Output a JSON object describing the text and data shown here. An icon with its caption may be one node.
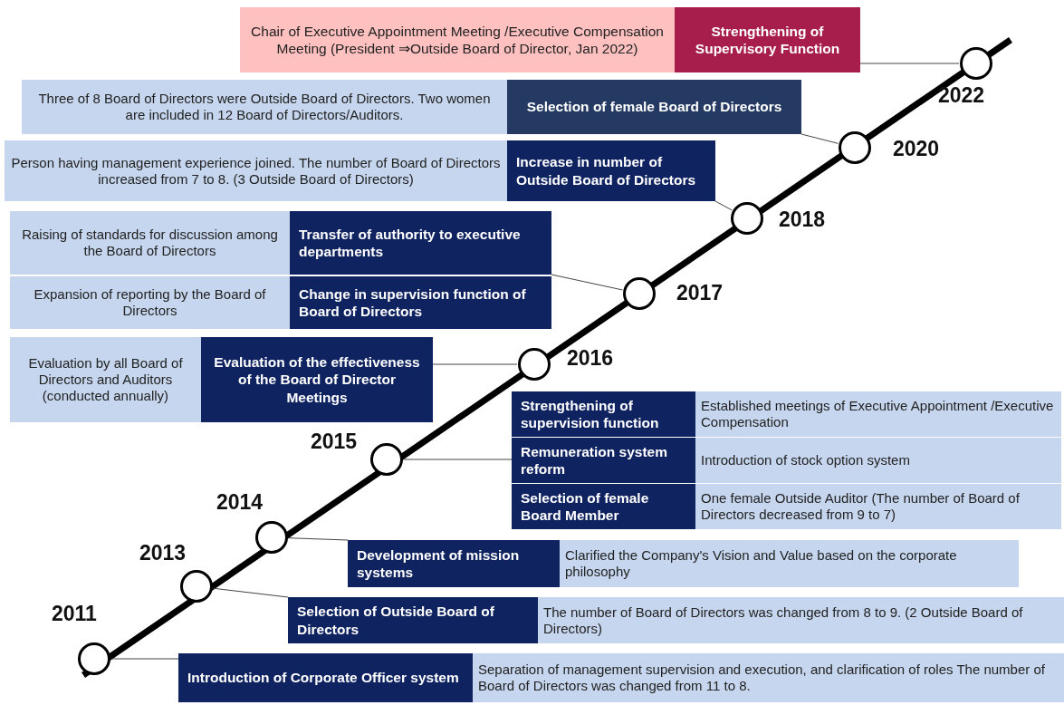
{
  "diagram": {
    "nodes": [
      {
        "text": [
          "Chair of Executive Appointment Meeting /Executive Compensation Meeting (President ⇒Outside Board of Director, Jan 2022)"
        ]
      },
      {
        "text": [
          "Strengthening of Supervisory Function"
        ]
      },
      {
        "text": [],
        "shape": "circle",
        "beside": [
          "2022"
        ]
      },
      {
        "text": [
          "Three of 8 Board of Directors were Outside Board of  Directors. Two women are included in 12 Board of Directors/Auditors."
        ]
      },
      {
        "text": [
          "Selection of female Board of Directors"
        ]
      },
      {
        "text": [],
        "shape": "circle",
        "beside": [
          "2020"
        ]
      },
      {
        "text": [
          "Person having management experience joined. The number of Board of Directors increased from 7 to 8. (3 Outside Board of Directors)"
        ]
      },
      {
        "text": [
          "Increase in number of Outside Board of Directors"
        ]
      },
      {
        "text": [],
        "shape": "circle",
        "beside": [
          "2018"
        ]
      },
      {
        "text": [
          "Raising of standards for discussion among the Board of Directors"
        ]
      },
      {
        "text": [
          "Transfer of authority to executive departments"
        ]
      },
      {
        "text": [
          "Expansion of reporting by the Board of Directors"
        ]
      },
      {
        "text": [
          "Change in supervision function of Board of Directors"
        ]
      },
      {
        "text": [],
        "shape": "circle",
        "beside": [
          "2017"
        ]
      },
      {
        "text": [
          "Evaluation by all Board of Directors and Auditors (conducted annually)"
        ]
      },
      {
        "text": [
          "Evaluation of the effectiveness of the Board of Director Meetings"
        ]
      },
      {
        "text": [],
        "shape": "circle",
        "beside": [
          "2016"
        ]
      },
      {
        "text": [
          "Strengthening of supervision function"
        ]
      },
      {
        "text": [
          "Established meetings of Executive Appointment  /Executive Compensation"
        ]
      },
      {
        "text": [
          "Remuneration system reform"
        ]
      },
      {
        "text": [
          "Introduction of stock option system"
        ]
      },
      {
        "text": [
          "Selection of female Board Member"
        ]
      },
      {
        "text": [
          "One female Outside Auditor (The number of Board of Directors decreased from 9 to 7)"
        ]
      },
      {
        "text": [],
        "shape": "circle",
        "beside": [
          "2015"
        ]
      },
      {
        "text": [],
        "shape": "circle",
        "beside": [
          "2014"
        ]
      },
      {
        "text": [
          "Development of mission systems"
        ]
      },
      {
        "text": [
          "Clarified the Company's Vision and Value based on the corporate philosophy"
        ]
      },
      {
        "text": [],
        "shape": "circle",
        "beside": [
          "2013"
        ]
      },
      {
        "text": [
          "Selection of Outside Board of Directors"
        ]
      },
      {
        "text": [
          "The number of Board of Directors was changed from 8 to 9. (2 Outside Board of Directors)"
        ]
      },
      {
        "text": [],
        "shape": "circle",
        "beside": [
          "2011"
        ]
      },
      {
        "text": [
          "Introduction of Corporate Officer system"
        ]
      },
      {
        "text": [
          "Separation of management supervision and execution, and clarification of roles The number of Board of Directors was changed from 11 to 8."
        ]
      }
    ],
    "edges": [
      {
        "from": 2,
        "to": 1,
        "arrow": "none"
      },
      {
        "from": 5,
        "to": 4,
        "arrow": "none"
      },
      {
        "from": 8,
        "to": 7,
        "arrow": "none"
      },
      {
        "from": 13,
        "to": 10,
        "arrow": "none"
      },
      {
        "from": 16,
        "to": 15,
        "arrow": "none"
      },
      {
        "from": 23,
        "to": 19,
        "arrow": "none"
      },
      {
        "from": 24,
        "to": 25,
        "arrow": "none"
      },
      {
        "from": 27,
        "to": 28,
        "arrow": "none"
      },
      {
        "from": 30,
        "to": 31,
        "arrow": "none"
      }
    ]
  }
}
